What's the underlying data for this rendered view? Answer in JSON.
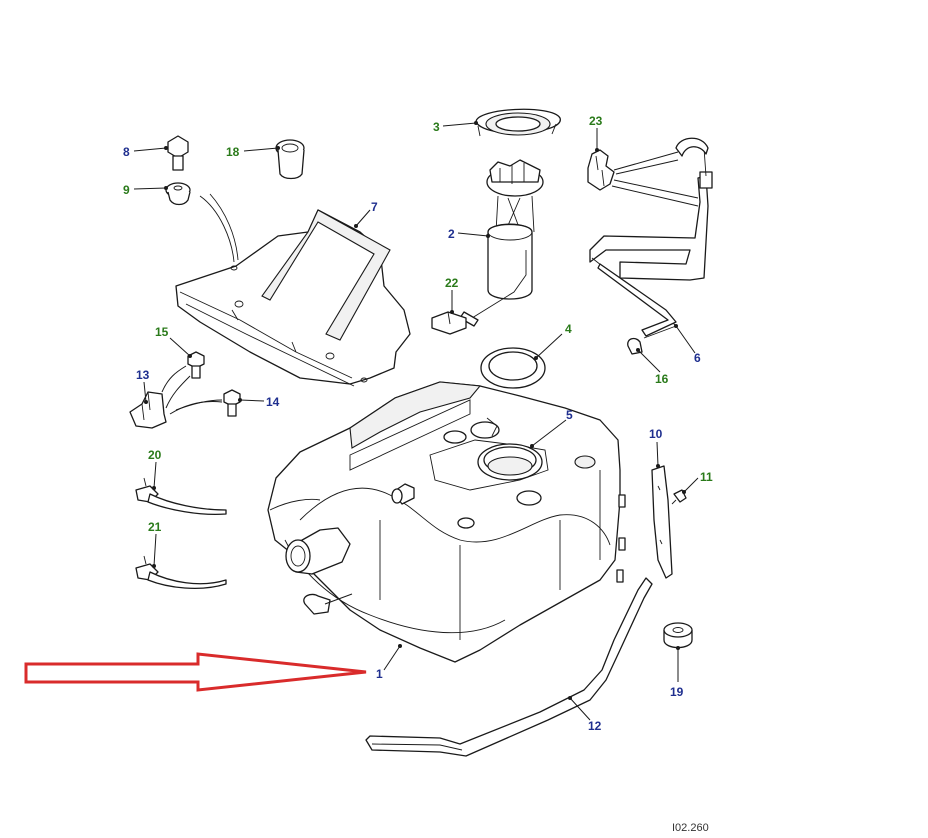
{
  "callouts": [
    {
      "label": "1",
      "color": "blue"
    },
    {
      "label": "2",
      "color": "blue"
    },
    {
      "label": "3",
      "color": "green"
    },
    {
      "label": "4",
      "color": "green"
    },
    {
      "label": "5",
      "color": "blue"
    },
    {
      "label": "6",
      "color": "blue"
    },
    {
      "label": "7",
      "color": "blue"
    },
    {
      "label": "8",
      "color": "blue"
    },
    {
      "label": "9",
      "color": "green"
    },
    {
      "label": "10",
      "color": "blue"
    },
    {
      "label": "11",
      "color": "green"
    },
    {
      "label": "12",
      "color": "blue"
    },
    {
      "label": "13",
      "color": "blue"
    },
    {
      "label": "14",
      "color": "blue"
    },
    {
      "label": "15",
      "color": "green"
    },
    {
      "label": "16",
      "color": "green"
    },
    {
      "label": "18",
      "color": "green"
    },
    {
      "label": "19",
      "color": "blue"
    },
    {
      "label": "20",
      "color": "green"
    },
    {
      "label": "21",
      "color": "green"
    },
    {
      "label": "22",
      "color": "green"
    },
    {
      "label": "23",
      "color": "green"
    }
  ],
  "reference_code": "I02.260",
  "colors": {
    "callout_blue": "#1f2f8f",
    "callout_green": "#2a7a1a",
    "highlight_arrow": "#d92b2b",
    "line_art": "#1a1a1a"
  },
  "highlighted_part": "1"
}
